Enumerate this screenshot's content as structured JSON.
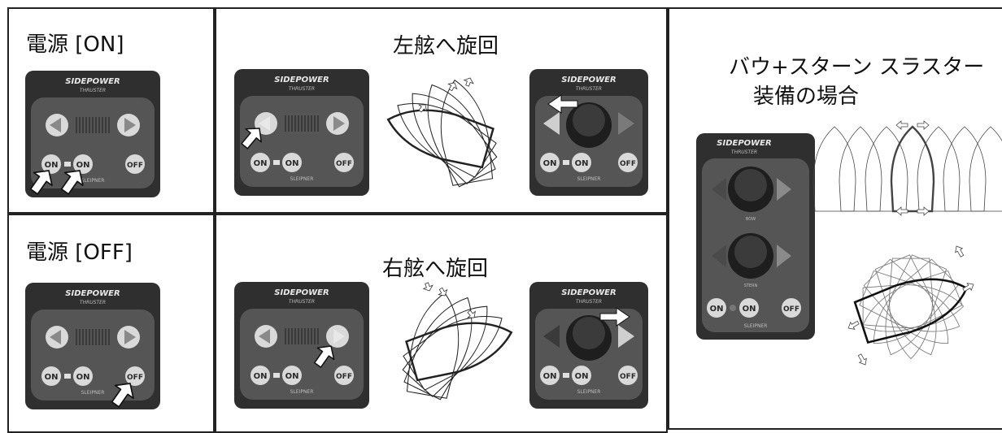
{
  "colors": {
    "panel_body": "#555555",
    "panel_dark": "#2f2f2f",
    "button_face": "#d9d9d9",
    "frame_line": "#222222"
  },
  "cells": {
    "power_on": {
      "title": "電源 [ON]"
    },
    "power_off": {
      "title": "電源 [OFF]"
    },
    "turn_port": {
      "title": "左舷へ旋回"
    },
    "turn_starboard": {
      "title": "右舷へ旋回"
    },
    "bow_stern": {
      "title_line1": "バウ+スターン スラスター",
      "title_line2": "装備の場合"
    }
  },
  "panel": {
    "brand": "SIDEPOWER",
    "sub": "THRUSTER",
    "on_label": "ON",
    "off_label": "OFF",
    "footer": "SLEIPNER"
  },
  "joystick_panel": {
    "brand": "SIDEPOWER",
    "sub": "THRUSTER",
    "on_label": "ON",
    "off_label": "OFF",
    "footer": "SLEIPNER"
  },
  "dual_panel": {
    "brand": "SIDEPOWER",
    "sub": "THRUSTER",
    "on_label": "ON",
    "off_label": "OFF",
    "footer": "SLEIPNER",
    "upper_label": "BOW",
    "lower_label": "STERN"
  },
  "icons": [
    "left-arrow-button-icon",
    "right-arrow-button-icon",
    "pointer-arrow-icon",
    "joystick-icon",
    "boat-outline-icon"
  ]
}
